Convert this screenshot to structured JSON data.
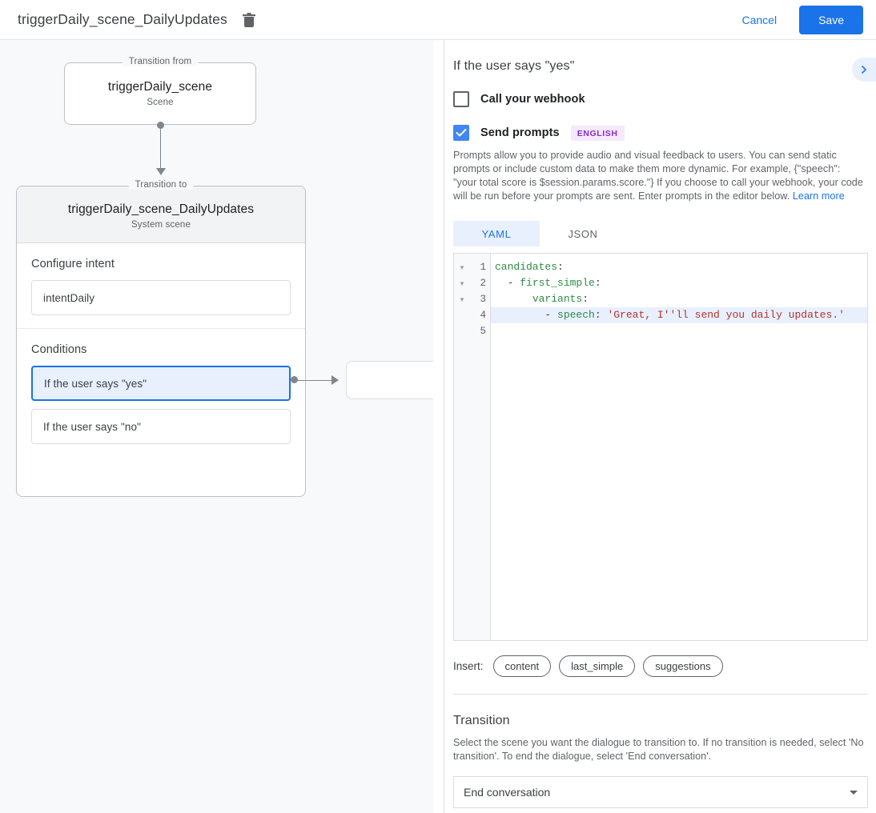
{
  "topbar": {
    "title": "triggerDaily_scene_DailyUpdates",
    "delete_icon": "trash-icon",
    "cancel_label": "Cancel",
    "save_label": "Save"
  },
  "canvas": {
    "from_node": {
      "legend": "Transition from",
      "title": "triggerDaily_scene",
      "subtitle": "Scene"
    },
    "to_node": {
      "legend": "Transition to",
      "title": "triggerDaily_scene_DailyUpdates",
      "subtitle": "System scene"
    },
    "intent_section": {
      "label": "Configure intent",
      "value": "intentDaily"
    },
    "conditions_section": {
      "label": "Conditions",
      "items": [
        {
          "label": "If the user says \"yes\"",
          "selected": true
        },
        {
          "label": "If the user says \"no\"",
          "selected": false
        }
      ]
    }
  },
  "panel": {
    "title": "If the user says \"yes\"",
    "expand_icon": "chevron-right-icon",
    "webhook": {
      "label": "Call your webhook",
      "checked": false
    },
    "prompts": {
      "label": "Send prompts",
      "checked": true,
      "language_badge": "ENGLISH",
      "helper_text": "Prompts allow you to provide audio and visual feedback to users. You can send static prompts or include custom data to make them more dynamic. For example, {\"speech\": \"your total score is $session.params.score.\"} If you choose to call your webhook, your code will be run before your prompts are sent. Enter prompts in the editor below. ",
      "helper_link": "Learn more"
    },
    "editor_tabs": [
      {
        "label": "YAML",
        "active": true
      },
      {
        "label": "JSON",
        "active": false
      }
    ],
    "editor": {
      "lines": [
        {
          "num": "1",
          "fold": true,
          "highlight": false,
          "tokens": [
            {
              "t": "candidates",
              "c": "k"
            },
            {
              "t": ":",
              "c": "p"
            }
          ]
        },
        {
          "num": "2",
          "fold": true,
          "highlight": false,
          "tokens": [
            {
              "t": "  - ",
              "c": "p"
            },
            {
              "t": "first_simple",
              "c": "k"
            },
            {
              "t": ":",
              "c": "p"
            }
          ]
        },
        {
          "num": "3",
          "fold": true,
          "highlight": false,
          "tokens": [
            {
              "t": "      ",
              "c": "p"
            },
            {
              "t": "variants",
              "c": "k"
            },
            {
              "t": ":",
              "c": "p"
            }
          ]
        },
        {
          "num": "4",
          "fold": false,
          "highlight": true,
          "tokens": [
            {
              "t": "        - ",
              "c": "p"
            },
            {
              "t": "speech",
              "c": "k"
            },
            {
              "t": ": ",
              "c": "p"
            },
            {
              "t": "'Great, I''ll send you daily updates.'",
              "c": "s"
            }
          ]
        },
        {
          "num": "5",
          "fold": false,
          "highlight": false,
          "tokens": [
            {
              "t": "",
              "c": "p"
            }
          ]
        }
      ]
    },
    "insert": {
      "label": "Insert:",
      "chips": [
        "content",
        "last_simple",
        "suggestions"
      ]
    },
    "transition": {
      "title": "Transition",
      "helper_text": "Select the scene you want the dialogue to transition to. If no transition is needed, select 'No transition'. To end the dialogue, select 'End conversation'.",
      "select_value": "End conversation"
    }
  },
  "colors": {
    "accent": "#1a73e8",
    "save_bg": "#1a73e8",
    "canvas_bg": "#f8f9fa",
    "selected_fill": "#e8f0fe",
    "badge_bg": "#f5e9fb",
    "badge_fg": "#8430ce"
  }
}
